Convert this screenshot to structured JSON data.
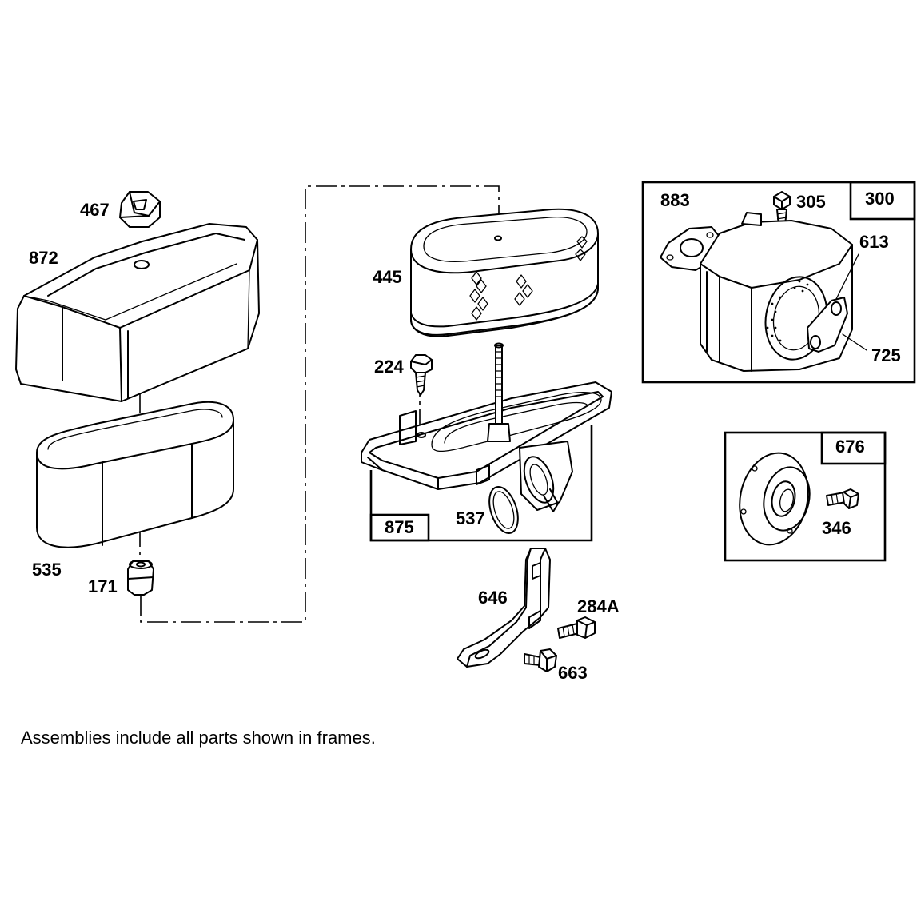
{
  "diagram": {
    "parts": {
      "p467": "467",
      "p872": "872",
      "p535": "535",
      "p171": "171",
      "p445": "445",
      "p224": "224",
      "p875": "875",
      "p537": "537",
      "p646": "646",
      "p284A": "284A",
      "p663": "663",
      "p883": "883",
      "p305": "305",
      "p300": "300",
      "p613": "613",
      "p725": "725",
      "p676": "676",
      "p346": "346"
    },
    "note": "Assemblies include all parts shown in frames."
  }
}
